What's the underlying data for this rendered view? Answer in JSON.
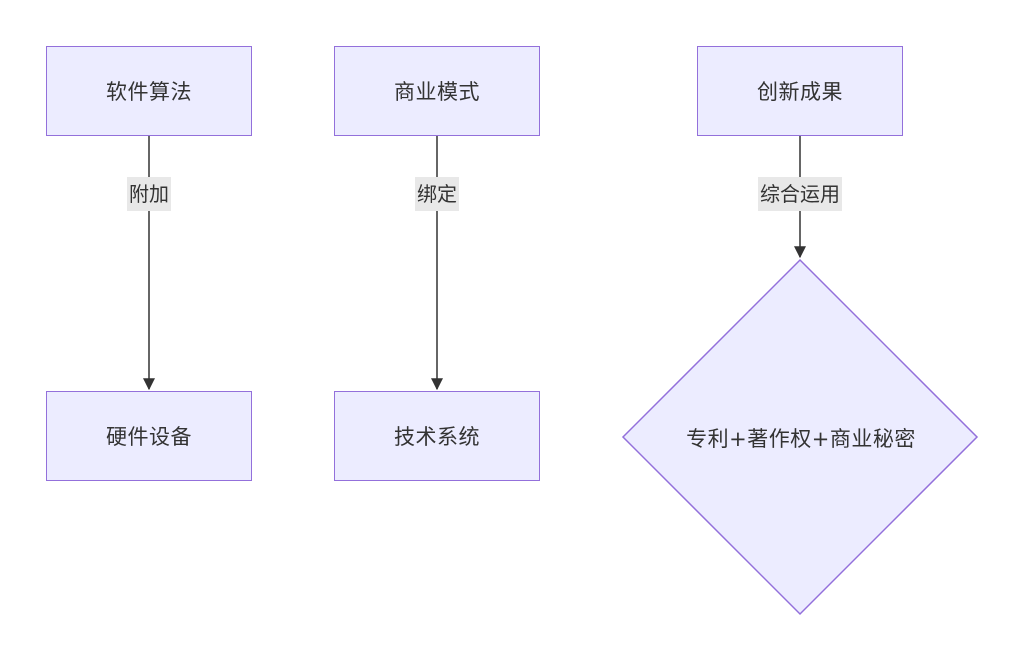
{
  "nodes": {
    "software_algorithm": "软件算法",
    "hardware_device": "硬件设备",
    "business_model": "商业模式",
    "technical_system": "技术系统",
    "innovation_result": "创新成果",
    "ip_combination": "专利+著作权+商业秘密"
  },
  "edges": {
    "attach": "附加",
    "bind": "绑定",
    "combined_use": "综合运用"
  },
  "colors": {
    "node_fill": "#ECECFF",
    "node_stroke": "#9370DB",
    "edge_line": "#333333",
    "label_bg": "#E8E8E8",
    "text": "#333333"
  }
}
